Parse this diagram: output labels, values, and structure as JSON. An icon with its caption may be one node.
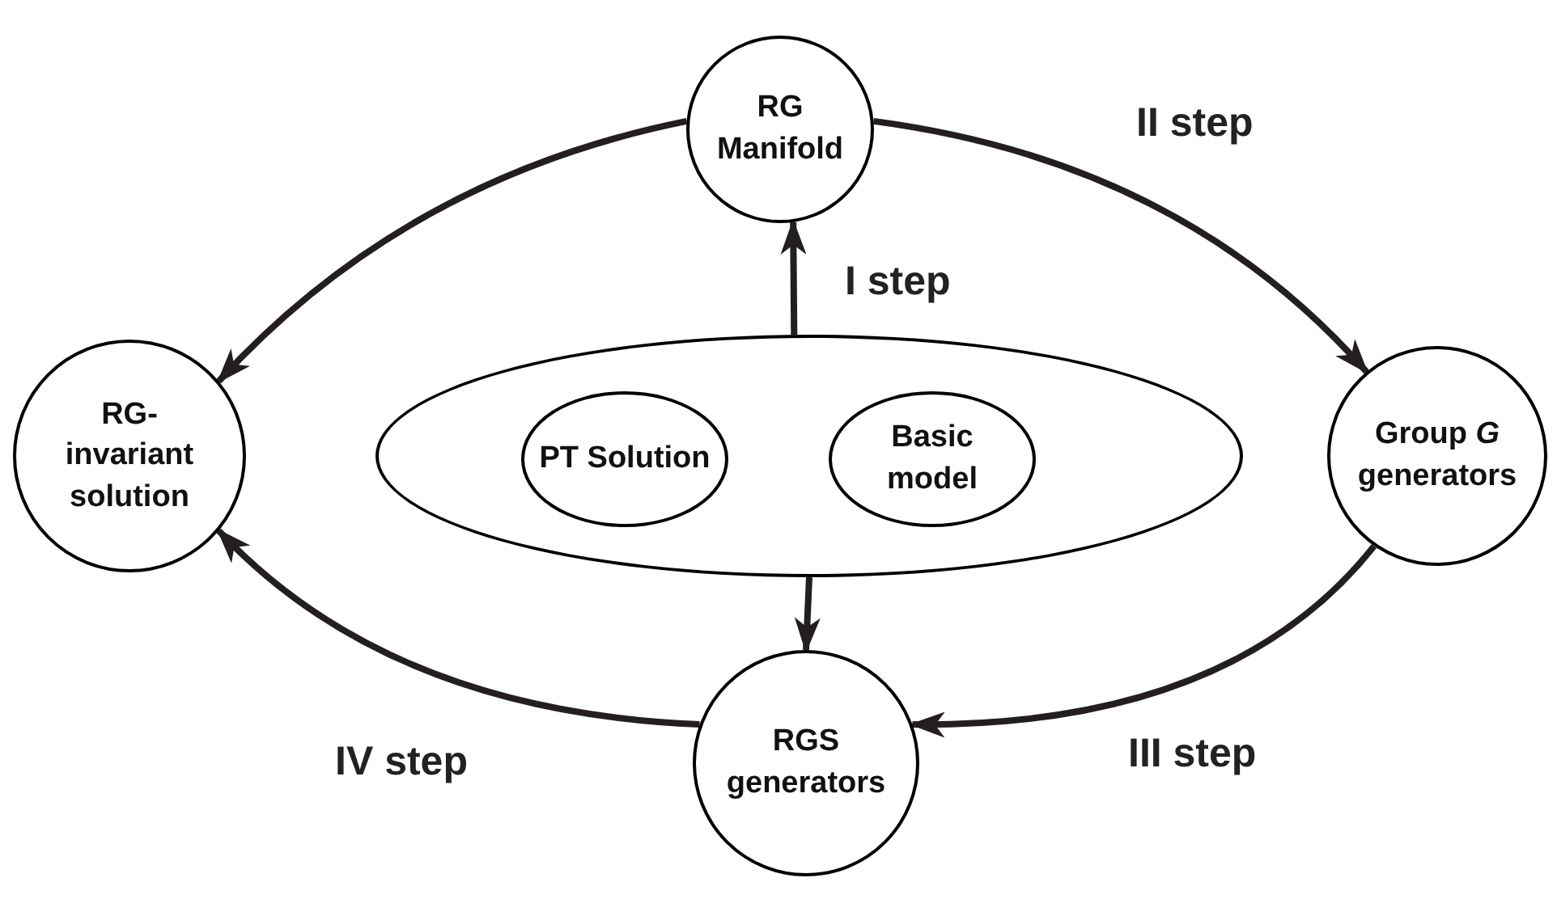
{
  "diagram": {
    "nodes": [
      {
        "text": [
          "RG Manifold"
        ]
      },
      {
        "text": [
          "RG- invariant solution"
        ]
      },
      {
        "text": [],
        "shape": "ellipse"
      },
      {
        "text": [
          "PT Solution"
        ],
        "in": 2
      },
      {
        "text": [
          "Basic model"
        ],
        "in": 2
      },
      {
        "text": [
          "Group *G* generators"
        ]
      },
      {
        "text": [
          "RGS generators"
        ]
      }
    ],
    "edges": [
      {
        "from": 2,
        "to": 0,
        "arrow": "to",
        "label": "I step"
      },
      {
        "from": 0,
        "to": 1,
        "arrow": "to"
      },
      {
        "from": 0,
        "to": 5,
        "arrow": "to",
        "label": "II step"
      },
      {
        "from": 5,
        "to": 6,
        "arrow": "to",
        "label": "III step"
      },
      {
        "from": 6,
        "to": 1,
        "arrow": "to",
        "label": "IV step"
      },
      {
        "from": 2,
        "to": 6,
        "arrow": "to"
      }
    ]
  }
}
